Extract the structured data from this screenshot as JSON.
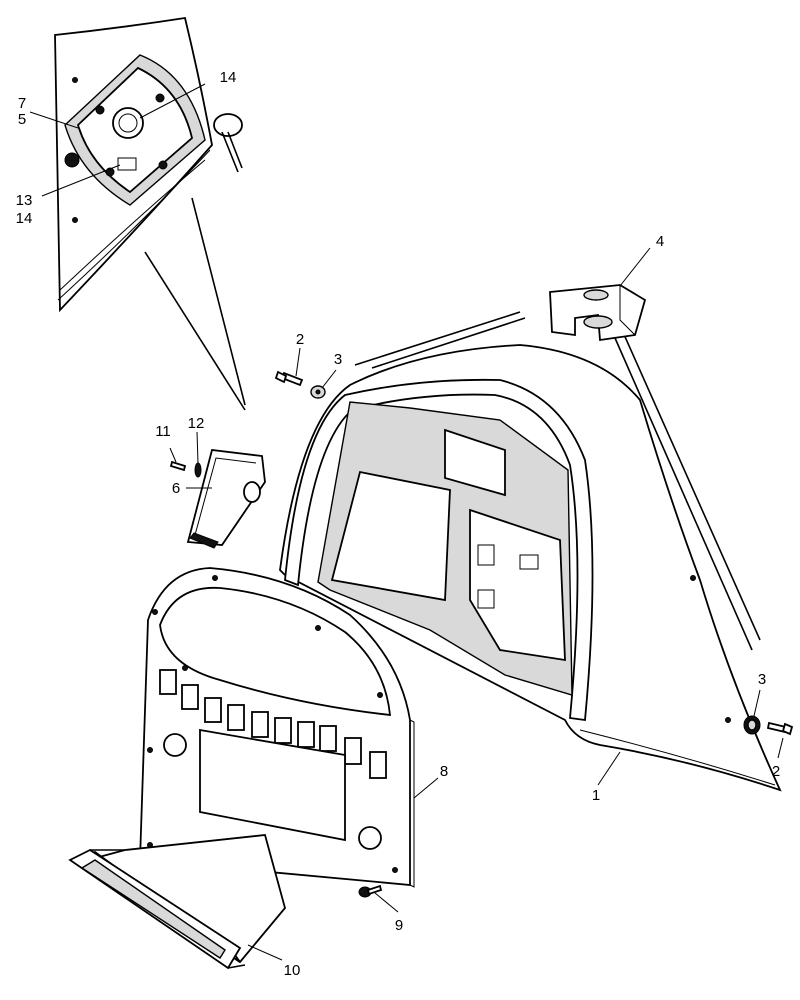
{
  "callouts": [
    {
      "id": "c7",
      "text": "7"
    },
    {
      "id": "c5",
      "text": "5"
    },
    {
      "id": "c14a",
      "text": "14"
    },
    {
      "id": "c13",
      "text": "13"
    },
    {
      "id": "c14b",
      "text": "14"
    },
    {
      "id": "c4",
      "text": "4"
    },
    {
      "id": "c2a",
      "text": "2"
    },
    {
      "id": "c3a",
      "text": "3"
    },
    {
      "id": "c11",
      "text": "11"
    },
    {
      "id": "c12",
      "text": "12"
    },
    {
      "id": "c6",
      "text": "6"
    },
    {
      "id": "c3b",
      "text": "3"
    },
    {
      "id": "c2b",
      "text": "2"
    },
    {
      "id": "c1",
      "text": "1"
    },
    {
      "id": "c8",
      "text": "8"
    },
    {
      "id": "c9",
      "text": "9"
    },
    {
      "id": "c10",
      "text": "10"
    }
  ]
}
